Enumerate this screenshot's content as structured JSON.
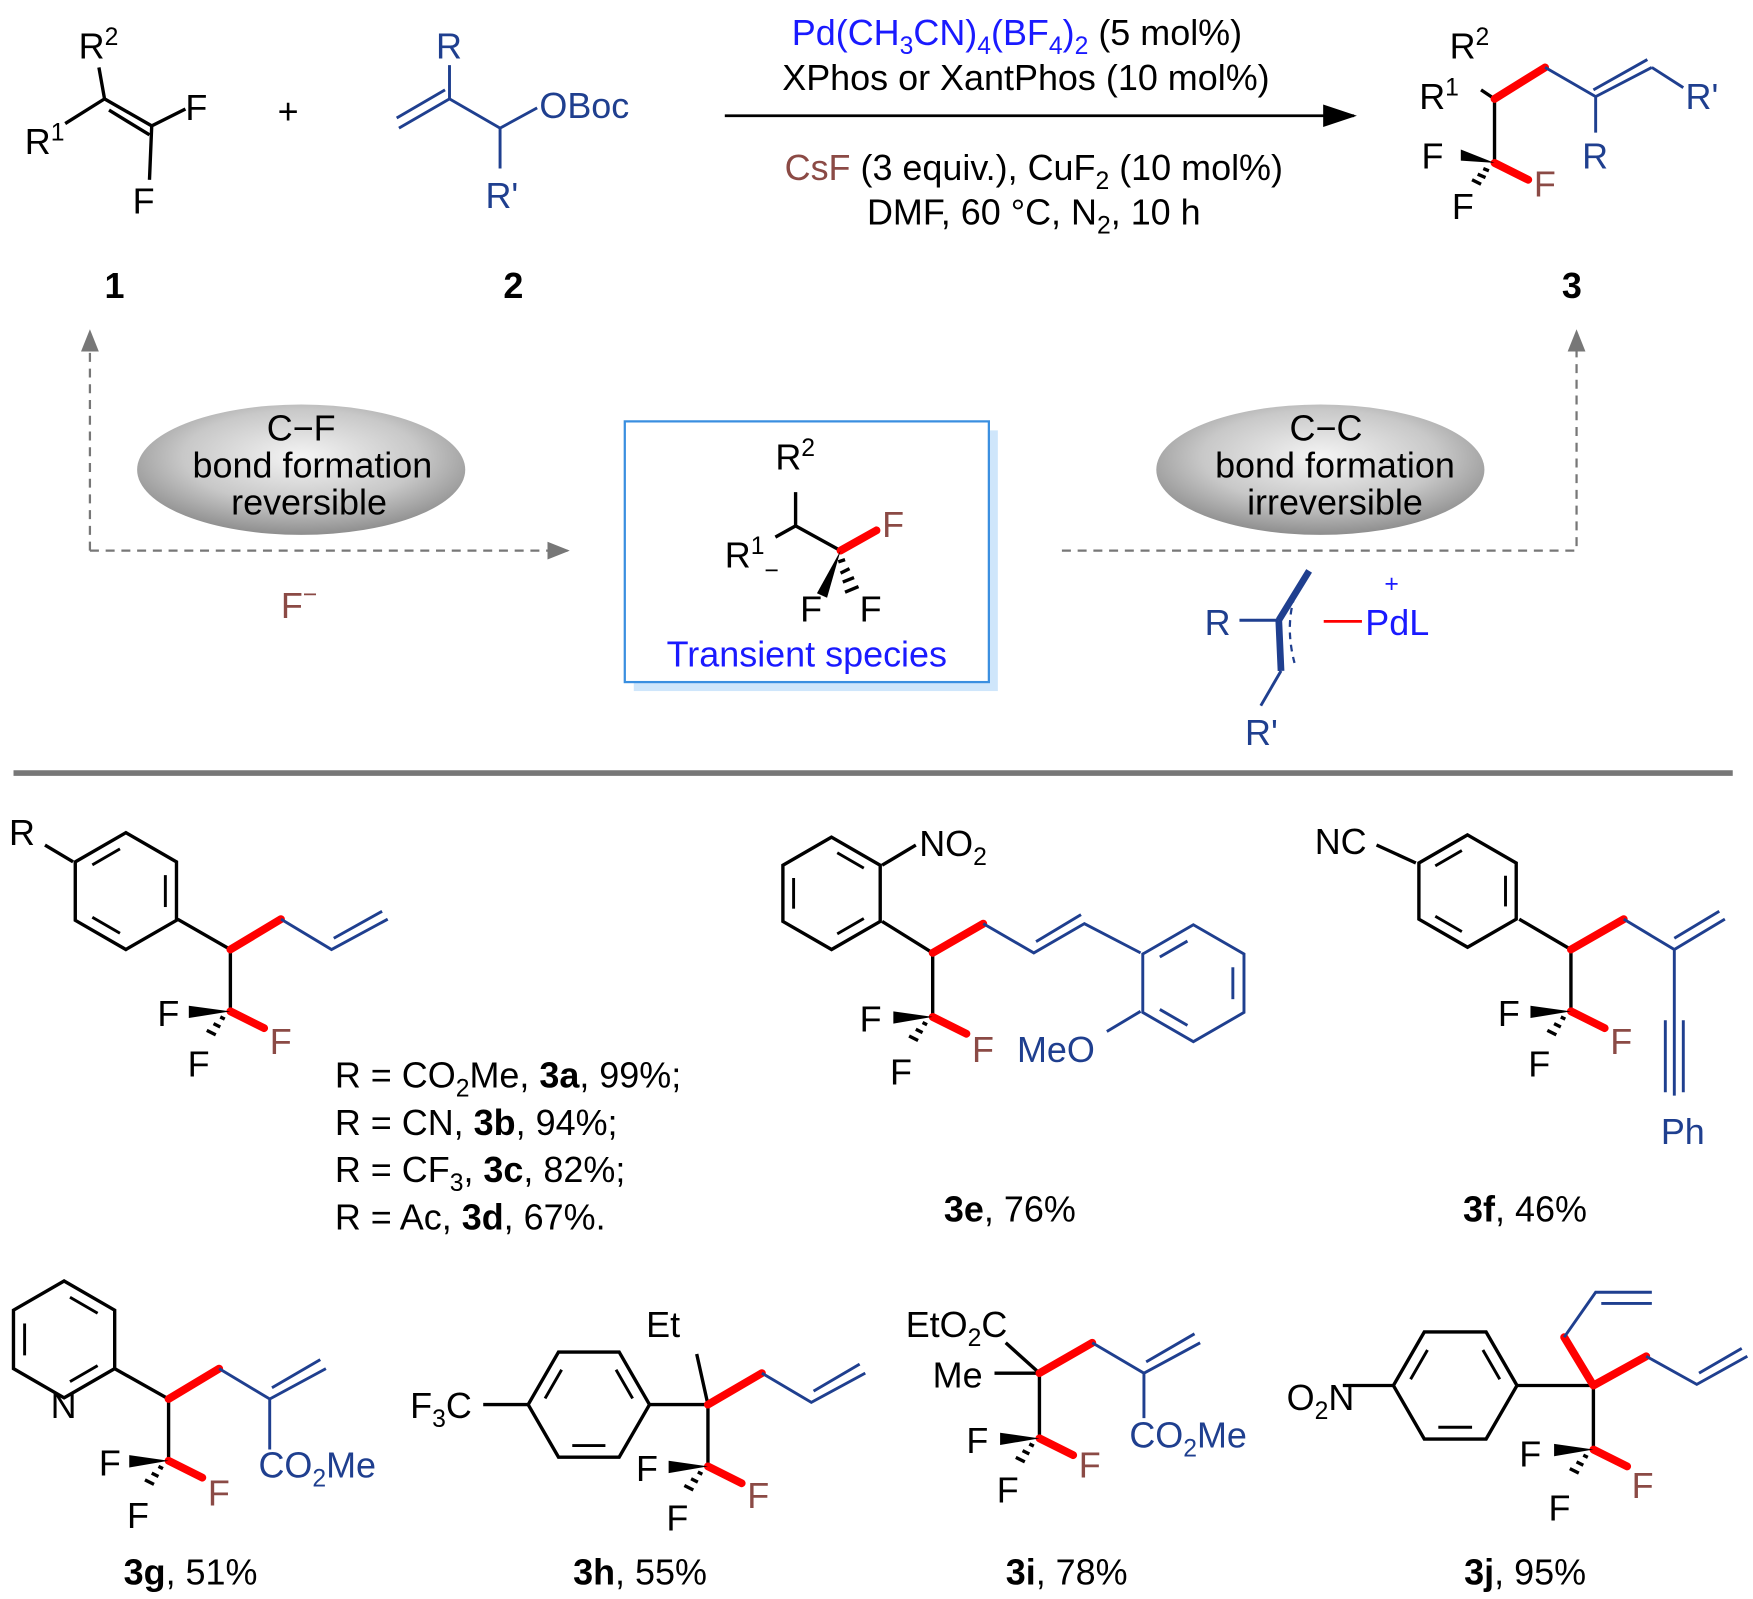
{
  "colors": {
    "black": "#000000",
    "product_blue": "#1f3f8f",
    "fluoride_brown": "#8b4a45",
    "new_bond_red": "#ff0000",
    "catalyst_blue": "#1a1aff",
    "box_border": "#3a8fe0"
  },
  "scheme": {
    "compound1": {
      "r2": "R",
      "r2_sup": "2",
      "r1": "R",
      "r1_sup": "1",
      "f_a": "F",
      "f_b": "F",
      "label": "1"
    },
    "plus": "+",
    "compound2": {
      "r": "R",
      "oboc": "OBoc",
      "rprime": "R'",
      "label": "2"
    },
    "conditions": {
      "line1": [
        "Pd(CH",
        "3",
        "CN)",
        "4",
        "(BF",
        "4",
        ")",
        "2",
        " (5 mol%)"
      ],
      "line2": "XPhos or XantPhos (10 mol%)",
      "line3": [
        "CsF",
        " (3 equiv.), CuF",
        "2",
        " (10 mol%)"
      ],
      "line4": [
        "DMF, 60 °C, N",
        "2",
        ", 10 h"
      ]
    },
    "compound3": {
      "r2": "R",
      "r2_sup": "2",
      "r1": "R",
      "r1_sup": "1",
      "f_a": "F",
      "f_b": "F",
      "f_c": "F",
      "r": "R",
      "rprime": "R'",
      "label": "3"
    },
    "left_ellipse": [
      "C−F",
      "bond formation",
      "reversible"
    ],
    "right_ellipse": [
      "C−C",
      "bond formation",
      "irreversible"
    ],
    "fluoride": {
      "f": "F",
      "charge": "−"
    },
    "transient": {
      "r2": "R",
      "r2_sup": "2",
      "r1": "R",
      "r1_sup": "1",
      "charge": "−",
      "f_a": "F",
      "f_b": "F",
      "f_c": "F",
      "caption": "Transient species"
    },
    "allyl_pd": {
      "r": "R",
      "rprime": "R'",
      "pdl": "PdL",
      "charge": "+"
    }
  },
  "products": {
    "3a": {
      "r": "R",
      "f": [
        "F",
        "F",
        "F"
      ],
      "lines": [
        {
          "pre": "R = CO",
          "sub": "2",
          "mid": "Me, ",
          "bold": "3a",
          "post": ", 99%;"
        },
        {
          "pre": "R = CN, ",
          "sub": "",
          "mid": "",
          "bold": "3b",
          "post": ", 94%;"
        },
        {
          "pre": "R = CF",
          "sub": "3",
          "mid": ", ",
          "bold": "3c",
          "post": ", 82%;"
        },
        {
          "pre": "R = Ac, ",
          "sub": "",
          "mid": "",
          "bold": "3d",
          "post": ", 67%."
        }
      ]
    },
    "3e": {
      "no2": "NO",
      "no2_sub": "2",
      "meo": "MeO",
      "f": [
        "F",
        "F",
        "F"
      ],
      "label": "3e",
      "yield": ", 76%"
    },
    "3f": {
      "nc": "NC",
      "ph": "Ph",
      "f": [
        "F",
        "F",
        "F"
      ],
      "label": "3f",
      "yield": ", 46%"
    },
    "3g": {
      "n": "N",
      "co2me": [
        "CO",
        "2",
        "Me"
      ],
      "f": [
        "F",
        "F",
        "F"
      ],
      "label": "3g",
      "yield": ", 51%"
    },
    "3h": {
      "f3c": [
        "F",
        "3",
        "C"
      ],
      "et": "Et",
      "f": [
        "F",
        "F",
        "F"
      ],
      "label": "3h",
      "yield": ", 55%"
    },
    "3i": {
      "eto2c": [
        "EtO",
        "2",
        "C"
      ],
      "me": "Me",
      "co2me": [
        "CO",
        "2",
        "Me"
      ],
      "f": [
        "F",
        "F",
        "F"
      ],
      "label": "3i",
      "yield": ", 78%"
    },
    "3j": {
      "o2n": [
        "O",
        "2",
        "N"
      ],
      "f": [
        "F",
        "F",
        "F"
      ],
      "label": "3j",
      "yield": ", 95%"
    }
  }
}
